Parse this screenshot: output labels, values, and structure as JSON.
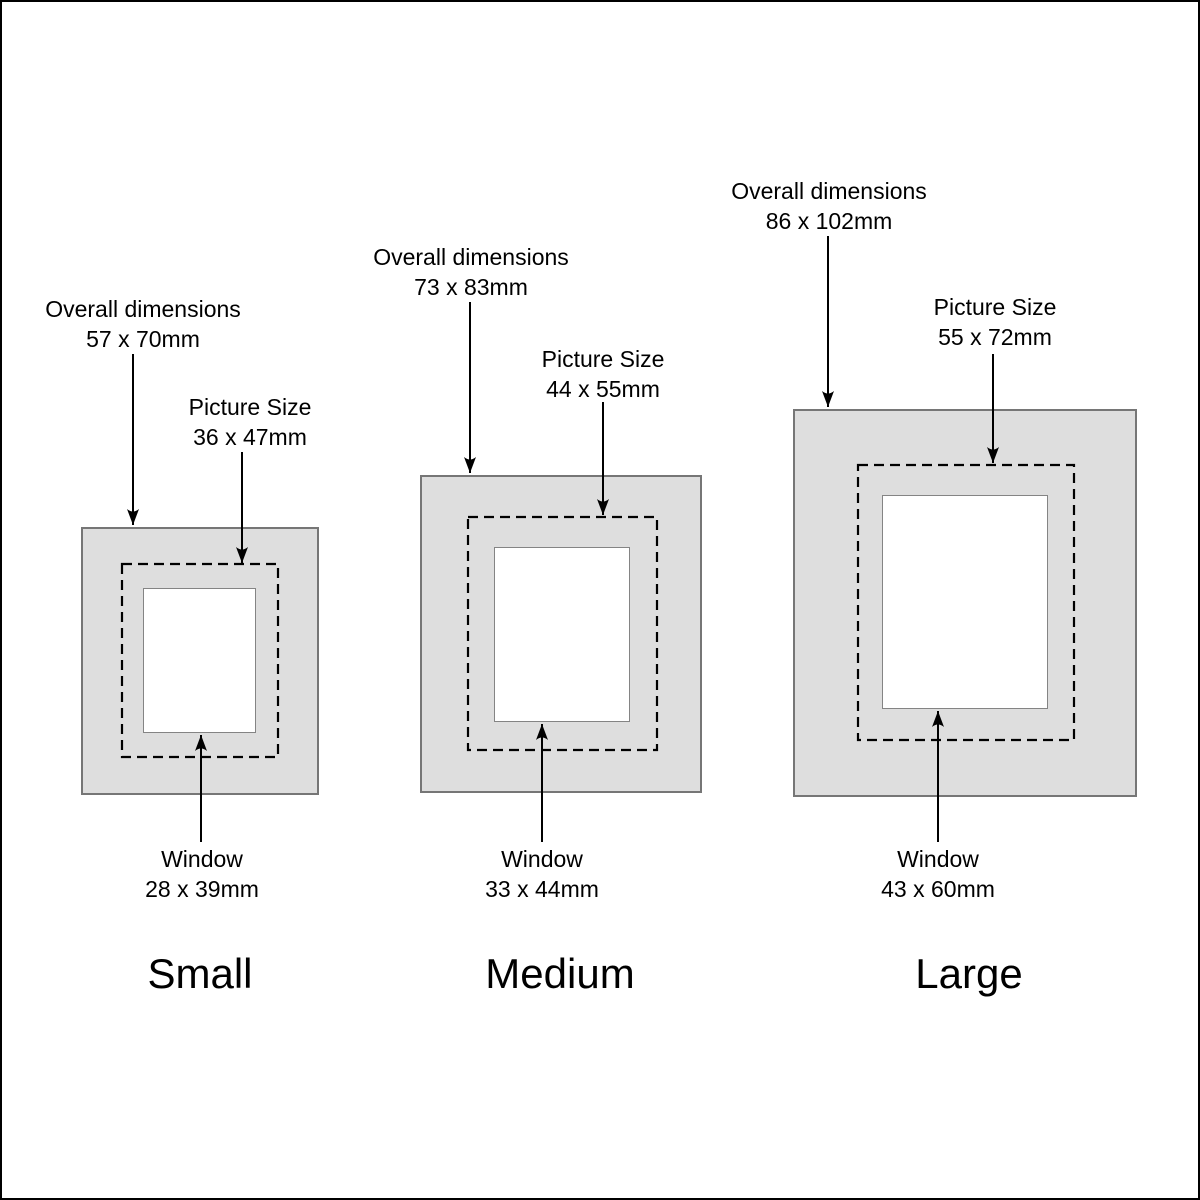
{
  "colors": {
    "page_bg": "#ffffff",
    "page_border": "#000000",
    "mat_fill": "#dedede",
    "mat_border": "#767676",
    "window_fill": "#ffffff",
    "window_border": "#848484",
    "dash_color": "#000000",
    "arrow_color": "#000000",
    "text_color": "#000000"
  },
  "frames": [
    {
      "name": "Small",
      "overall": {
        "label": "Overall dimensions",
        "value": "57 x 70mm"
      },
      "picture": {
        "label": "Picture Size",
        "value": "36 x 47mm"
      },
      "window": {
        "label": "Window",
        "value": "28 x 39mm"
      }
    },
    {
      "name": "Medium",
      "overall": {
        "label": "Overall dimensions",
        "value": "73 x 83mm"
      },
      "picture": {
        "label": "Picture Size",
        "value": "44 x 55mm"
      },
      "window": {
        "label": "Window",
        "value": "33 x 44mm"
      }
    },
    {
      "name": "Large",
      "overall": {
        "label": "Overall dimensions",
        "value": "86 x 102mm"
      },
      "picture": {
        "label": "Picture Size",
        "value": "55 x 72mm"
      },
      "window": {
        "label": "Window",
        "value": "43 x 60mm"
      }
    }
  ]
}
